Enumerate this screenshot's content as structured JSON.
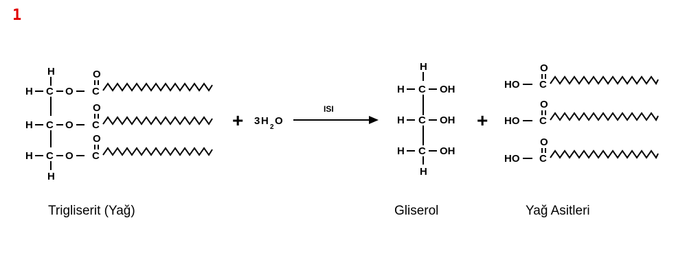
{
  "figure_number": "1",
  "reagent": {
    "coef": "3",
    "h": "H",
    "sub": "2",
    "o": "O"
  },
  "arrow_label": "ISI",
  "plus": "+",
  "atoms": {
    "H": "H",
    "C": "C",
    "O": "O",
    "OH": "OH",
    "HO": "HO"
  },
  "labels": {
    "triglyceride": "Trigliserit (Yağ)",
    "glycerol": "Gliserol",
    "fatty_acids": "Yağ Asitleri"
  }
}
